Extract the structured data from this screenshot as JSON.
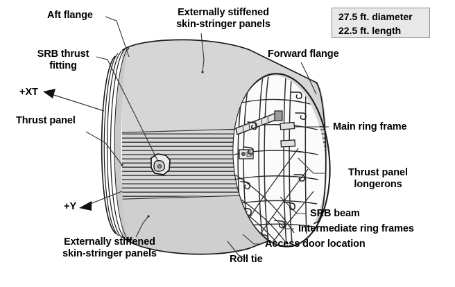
{
  "figure": {
    "subject": "intertank-structure",
    "background_color": "#ffffff",
    "ink_color": "#000000",
    "shell_fill": "#d2d2d2",
    "shell_fill_light": "#dcdcdc",
    "stripe_color": "#4a4a4a"
  },
  "callout": {
    "line1": "27.5 ft. diameter",
    "line2": "22.5 ft. length",
    "fill": "#e8e8e8",
    "border": "#8a8a8a"
  },
  "axes": [
    {
      "id": "xt",
      "label": "+XT"
    },
    {
      "id": "y",
      "label": "+Y"
    }
  ],
  "labels": [
    {
      "id": "aft-flange",
      "text": "Aft flange"
    },
    {
      "id": "srb-thrust-fitting",
      "text": "SRB thrust\nfitting"
    },
    {
      "id": "thrust-panel",
      "text": "Thrust panel"
    },
    {
      "id": "skin-stringer-top",
      "text": "Externally stiffened\nskin-stringer panels"
    },
    {
      "id": "skin-stringer-bottom",
      "text": "Externally stiffened\nskin-stringer panels"
    },
    {
      "id": "forward-flange",
      "text": "Forward flange"
    },
    {
      "id": "main-ring-frame",
      "text": "Main ring frame"
    },
    {
      "id": "thrust-panel-longerons",
      "text": "Thrust panel\nlongerons"
    },
    {
      "id": "srb-beam",
      "text": "SRB beam"
    },
    {
      "id": "intermediate-ring-frames",
      "text": "Intermediate ring frames"
    },
    {
      "id": "access-door-location",
      "text": "Access door location"
    },
    {
      "id": "roll-tie",
      "text": "Roll tie"
    }
  ]
}
